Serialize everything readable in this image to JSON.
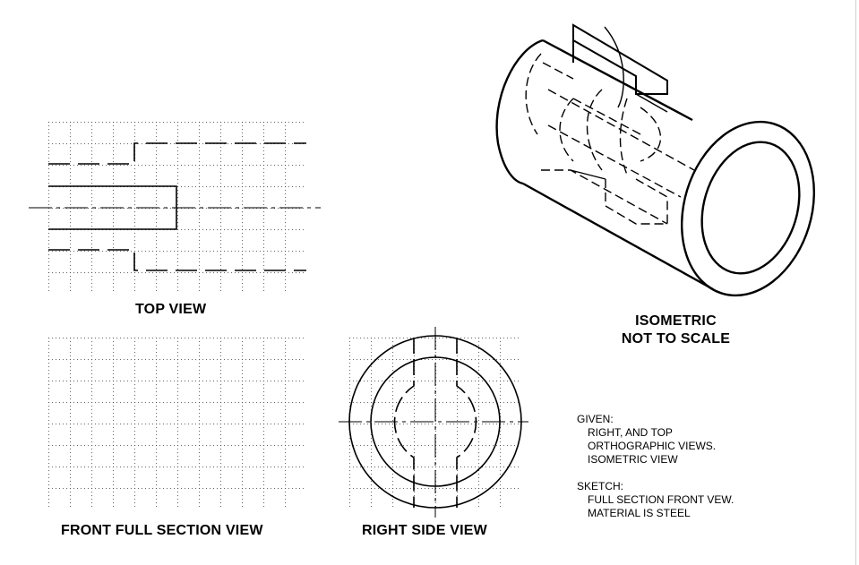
{
  "labels": {
    "top_view": "TOP VIEW",
    "front_view": "FRONT FULL SECTION VIEW",
    "right_view": "RIGHT SIDE VIEW",
    "isometric_line1": "ISOMETRIC",
    "isometric_line2": "NOT TO SCALE"
  },
  "notes": {
    "given_heading": "GIVEN:",
    "given_line1": "RIGHT, AND TOP",
    "given_line2": "ORTHOGRAPHIC VIEWS.",
    "given_line3": "ISOMETRIC  VIEW",
    "sketch_heading": "SKETCH:",
    "sketch_line1": "FULL SECTION FRONT VEW.",
    "sketch_line2": "MATERIAL IS STEEL"
  }
}
